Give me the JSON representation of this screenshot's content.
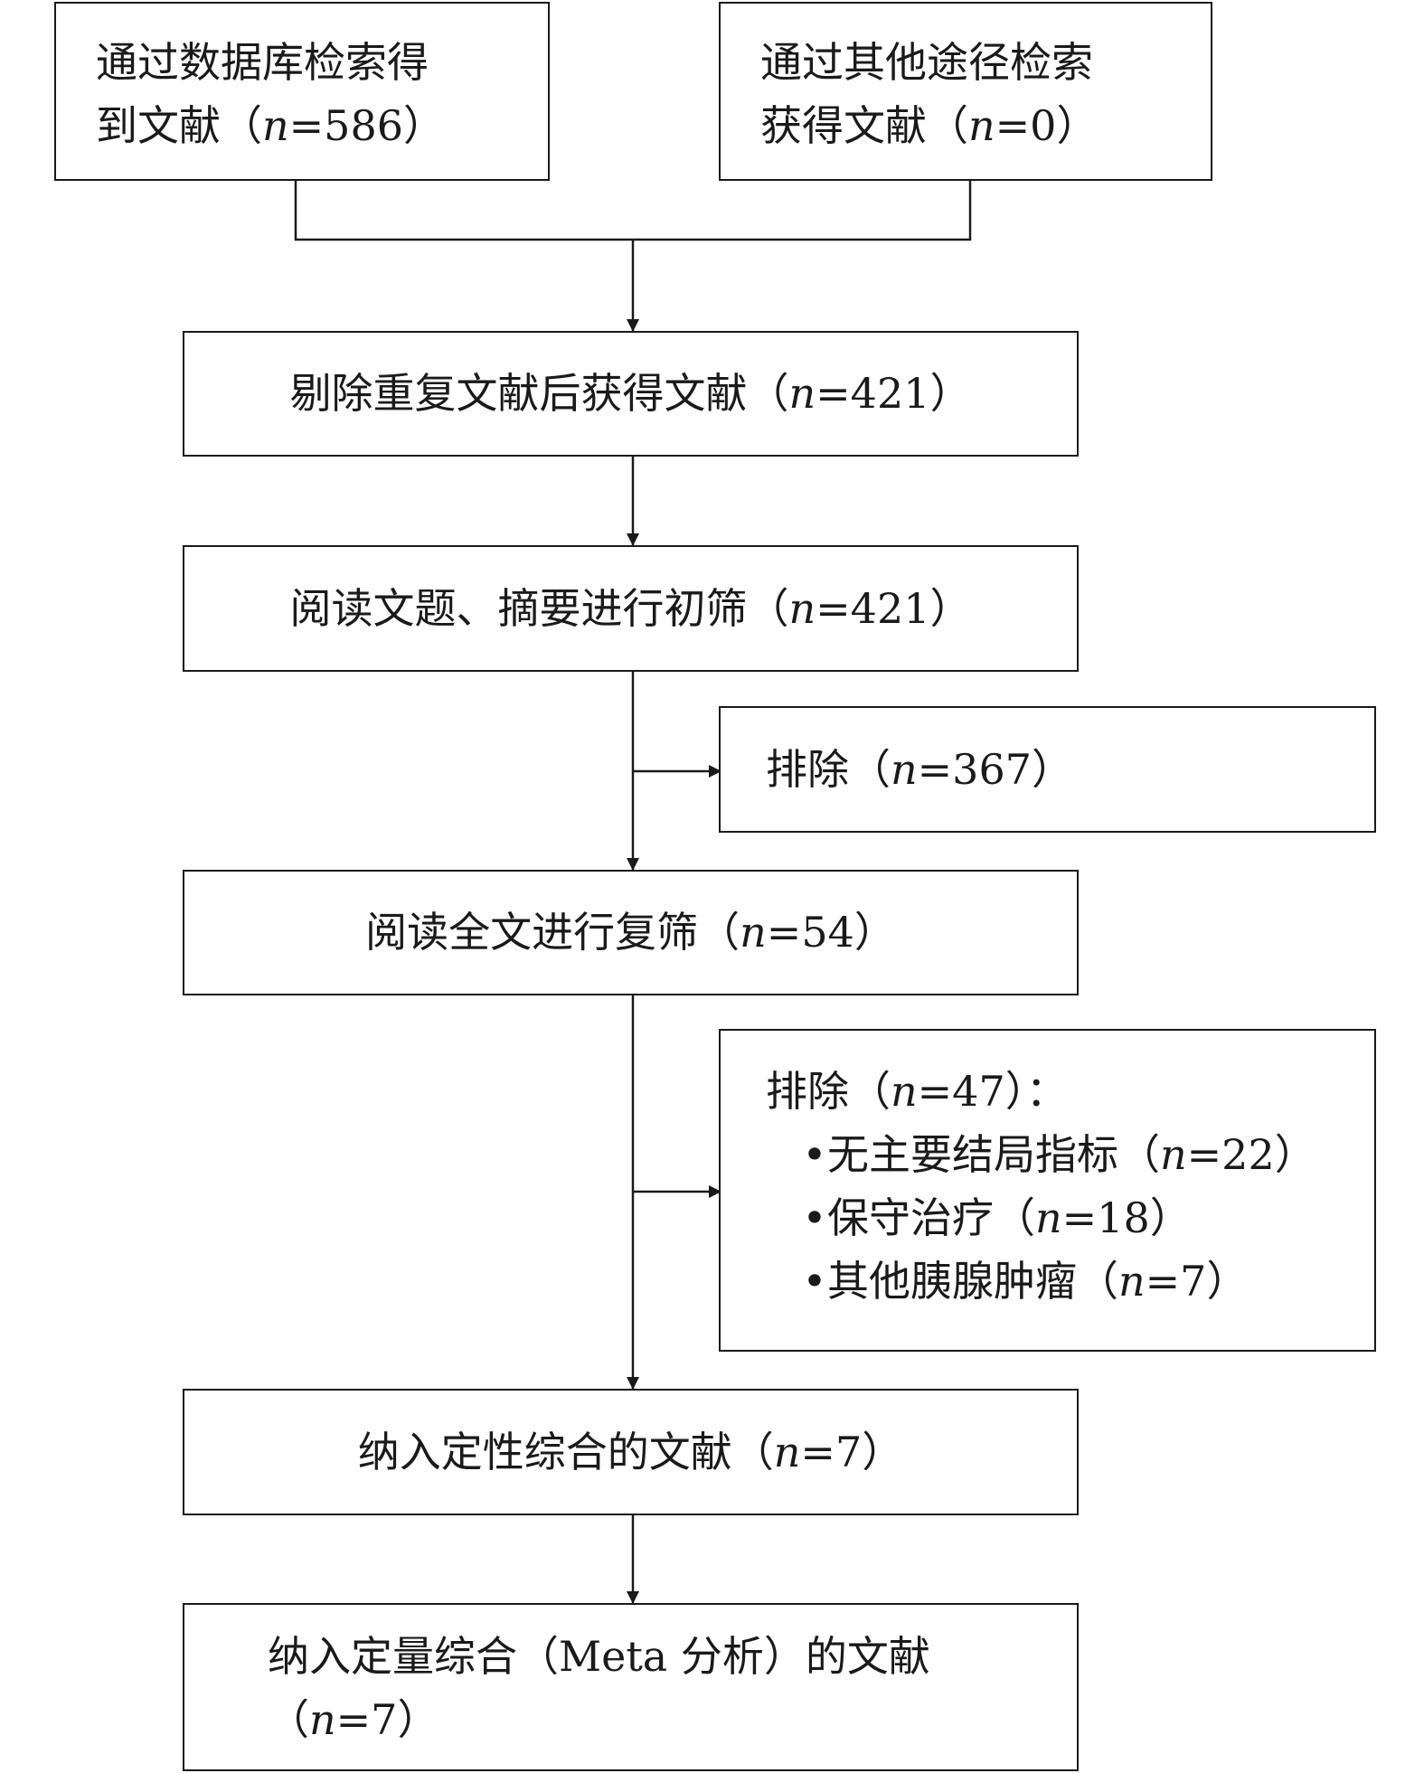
{
  "nodes": {
    "db_search": {
      "lines": [
        "通过数据库检索得",
        "到文献（n=586）"
      ]
    },
    "other_search": {
      "lines": [
        "通过其他途径检索",
        "获得文献（n=0）"
      ]
    },
    "dedup": {
      "lines": [
        "剔除重复文献后获得文献（n=421）"
      ]
    },
    "title_abstract": {
      "lines": [
        "阅读文题、摘要进行初筛（n=421）"
      ]
    },
    "exclude_1": {
      "lines": [
        "排除（n=367）"
      ]
    },
    "fulltext": {
      "lines": [
        "阅读全文进行复筛（n=54）"
      ]
    },
    "exclude_2": {
      "heading": "排除（n=47）：",
      "items": [
        "无主要结局指标（n=22）",
        "保守治疗（n=18）",
        "其他胰腺肿瘤（n=7）"
      ],
      "bullet": "•"
    },
    "qualitative": {
      "lines": [
        "纳入定性综合的文献（n=7）"
      ]
    },
    "quantitative": {
      "lines": [
        "纳入定量综合（Meta 分析）的文献",
        "（n=7）"
      ]
    }
  },
  "colors": {
    "stroke": "#1a1a1a",
    "background": "#ffffff"
  }
}
